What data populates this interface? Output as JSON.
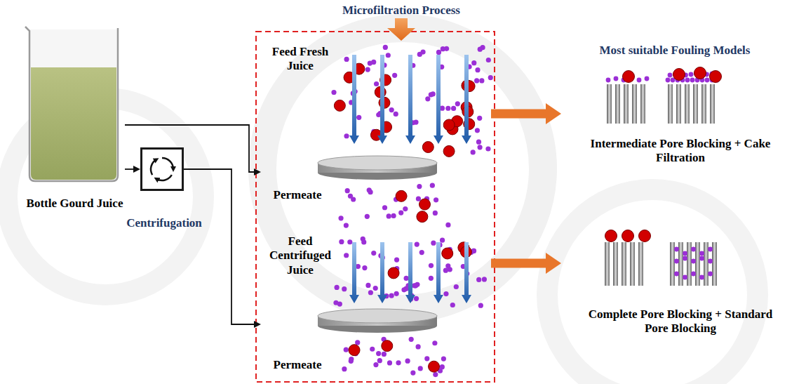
{
  "diagram": {
    "nodes": [
      {
        "text": [
          "Bottle Gourd Juice"
        ]
      },
      {
        "text": [
          "Centrifugation"
        ]
      },
      {
        "text": [
          "Feed Fresh Juice",
          "Permeate"
        ]
      },
      {
        "text": [
          "Feed Centrifuged Juice",
          "Permeate"
        ]
      },
      {
        "text": [
          "Intermediate Pore Blocking + Cake Filtration"
        ]
      },
      {
        "text": [
          "Complete Pore Blocking + Standard Pore Blocking"
        ]
      }
    ],
    "edges": [
      {
        "from": 0,
        "to": 2,
        "arrow": "to"
      },
      {
        "from": 0,
        "to": 1,
        "arrow": "to"
      },
      {
        "from": 1,
        "to": 3,
        "arrow": "to"
      },
      {
        "from": 2,
        "to": 4,
        "arrow": "to"
      },
      {
        "from": 3,
        "to": 5,
        "arrow": "to"
      }
    ],
    "labels": [
      "Microfiltration Process",
      "Most suitable Fouling Models"
    ]
  }
}
